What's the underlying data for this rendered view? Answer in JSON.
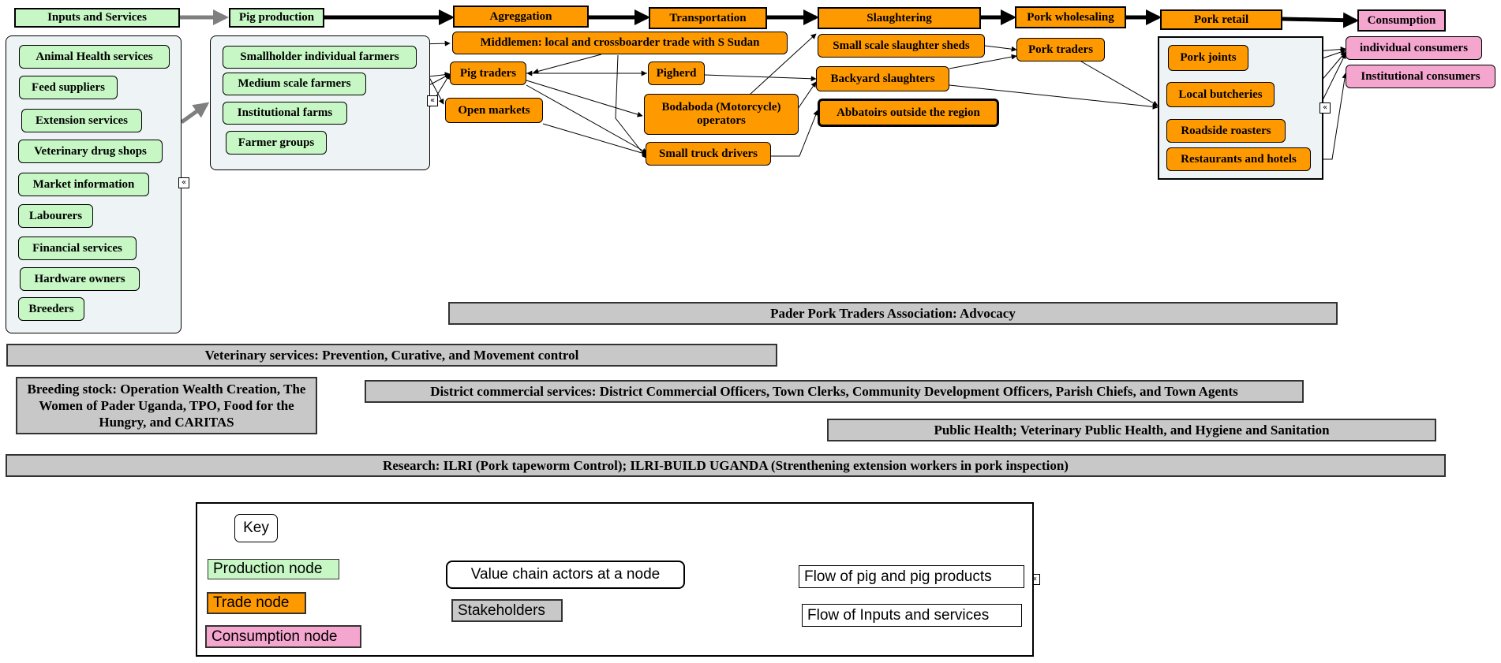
{
  "stages": {
    "inputs": "Inputs and Services",
    "production": "Pig production",
    "aggregation": "Agreggation",
    "transportation": "Transportation",
    "slaughtering": "Slaughtering",
    "wholesaling": "Pork wholesaling",
    "retail": "Pork retail",
    "consumption": "Consumption"
  },
  "inputs_services": [
    "Animal Health services",
    "Feed suppliers",
    "Extension services",
    "Veterinary drug shops",
    "Market information",
    "Labourers",
    "Financial services",
    "Hardware owners",
    "Breeders"
  ],
  "production_actors": [
    "Smallholder individual farmers",
    "Medium scale farmers",
    "Institutional farms",
    "Farmer groups"
  ],
  "aggregation_actors": {
    "middlemen": "Middlemen: local and crossboarder trade with S Sudan",
    "pig_traders": "Pig traders",
    "open_markets": "Open markets"
  },
  "transport_actors": {
    "pigherd": "Pigherd",
    "bodaboda": "Bodaboda (Motorcycle) operators",
    "truck": "Small truck drivers"
  },
  "slaughter_actors": {
    "sheds": "Small scale slaughter sheds",
    "backyard": "Backyard slaughters",
    "abattoirs": "Abbatoirs outside the region"
  },
  "wholesale_actors": {
    "pork_traders": "Pork traders"
  },
  "retail_actors": [
    "Pork joints",
    "Local butcheries",
    "Roadside roasters",
    "Restaurants and hotels"
  ],
  "consumption_actors": [
    "individual consumers",
    "Institutional consumers"
  ],
  "stakeholders": {
    "advocacy": "Pader Pork Traders Association: Advocacy",
    "veterinary": "Veterinary services: Prevention, Curative, and Movement control",
    "breeding": "Breeding stock: Operation Wealth Creation, The Women of Pader Uganda, TPO, Food for the Hungry, and CARITAS",
    "district": "District commercial services: District Commercial Officers, Town Clerks, Community Development Officers, Parish Chiefs, and Town Agents",
    "public_health": "Public Health; Veterinary Public Health, and Hygiene and Sanitation",
    "research": "Research: ILRI (Pork tapeworm Control); ILRI-BUILD UGANDA (Strenthening extension workers in pork inspection)"
  },
  "key": {
    "title": "Key",
    "production_node": "Production node",
    "trade_node": "Trade node",
    "consumption_node": "Consumption node",
    "actors": "Value chain actors at a node",
    "stakeholders": "Stakeholders",
    "flow_pig": "Flow of pig and pig products",
    "flow_inputs": "Flow of Inputs and services"
  },
  "collapse_glyph": "«",
  "colors": {
    "production": "#c6f7c4",
    "trade": "#ff9900",
    "consumption": "#f4a6cf",
    "stakeholder": "#c8c8c8",
    "group_bg": "#eef4f6",
    "input_arrow": "#7f7f7f"
  }
}
